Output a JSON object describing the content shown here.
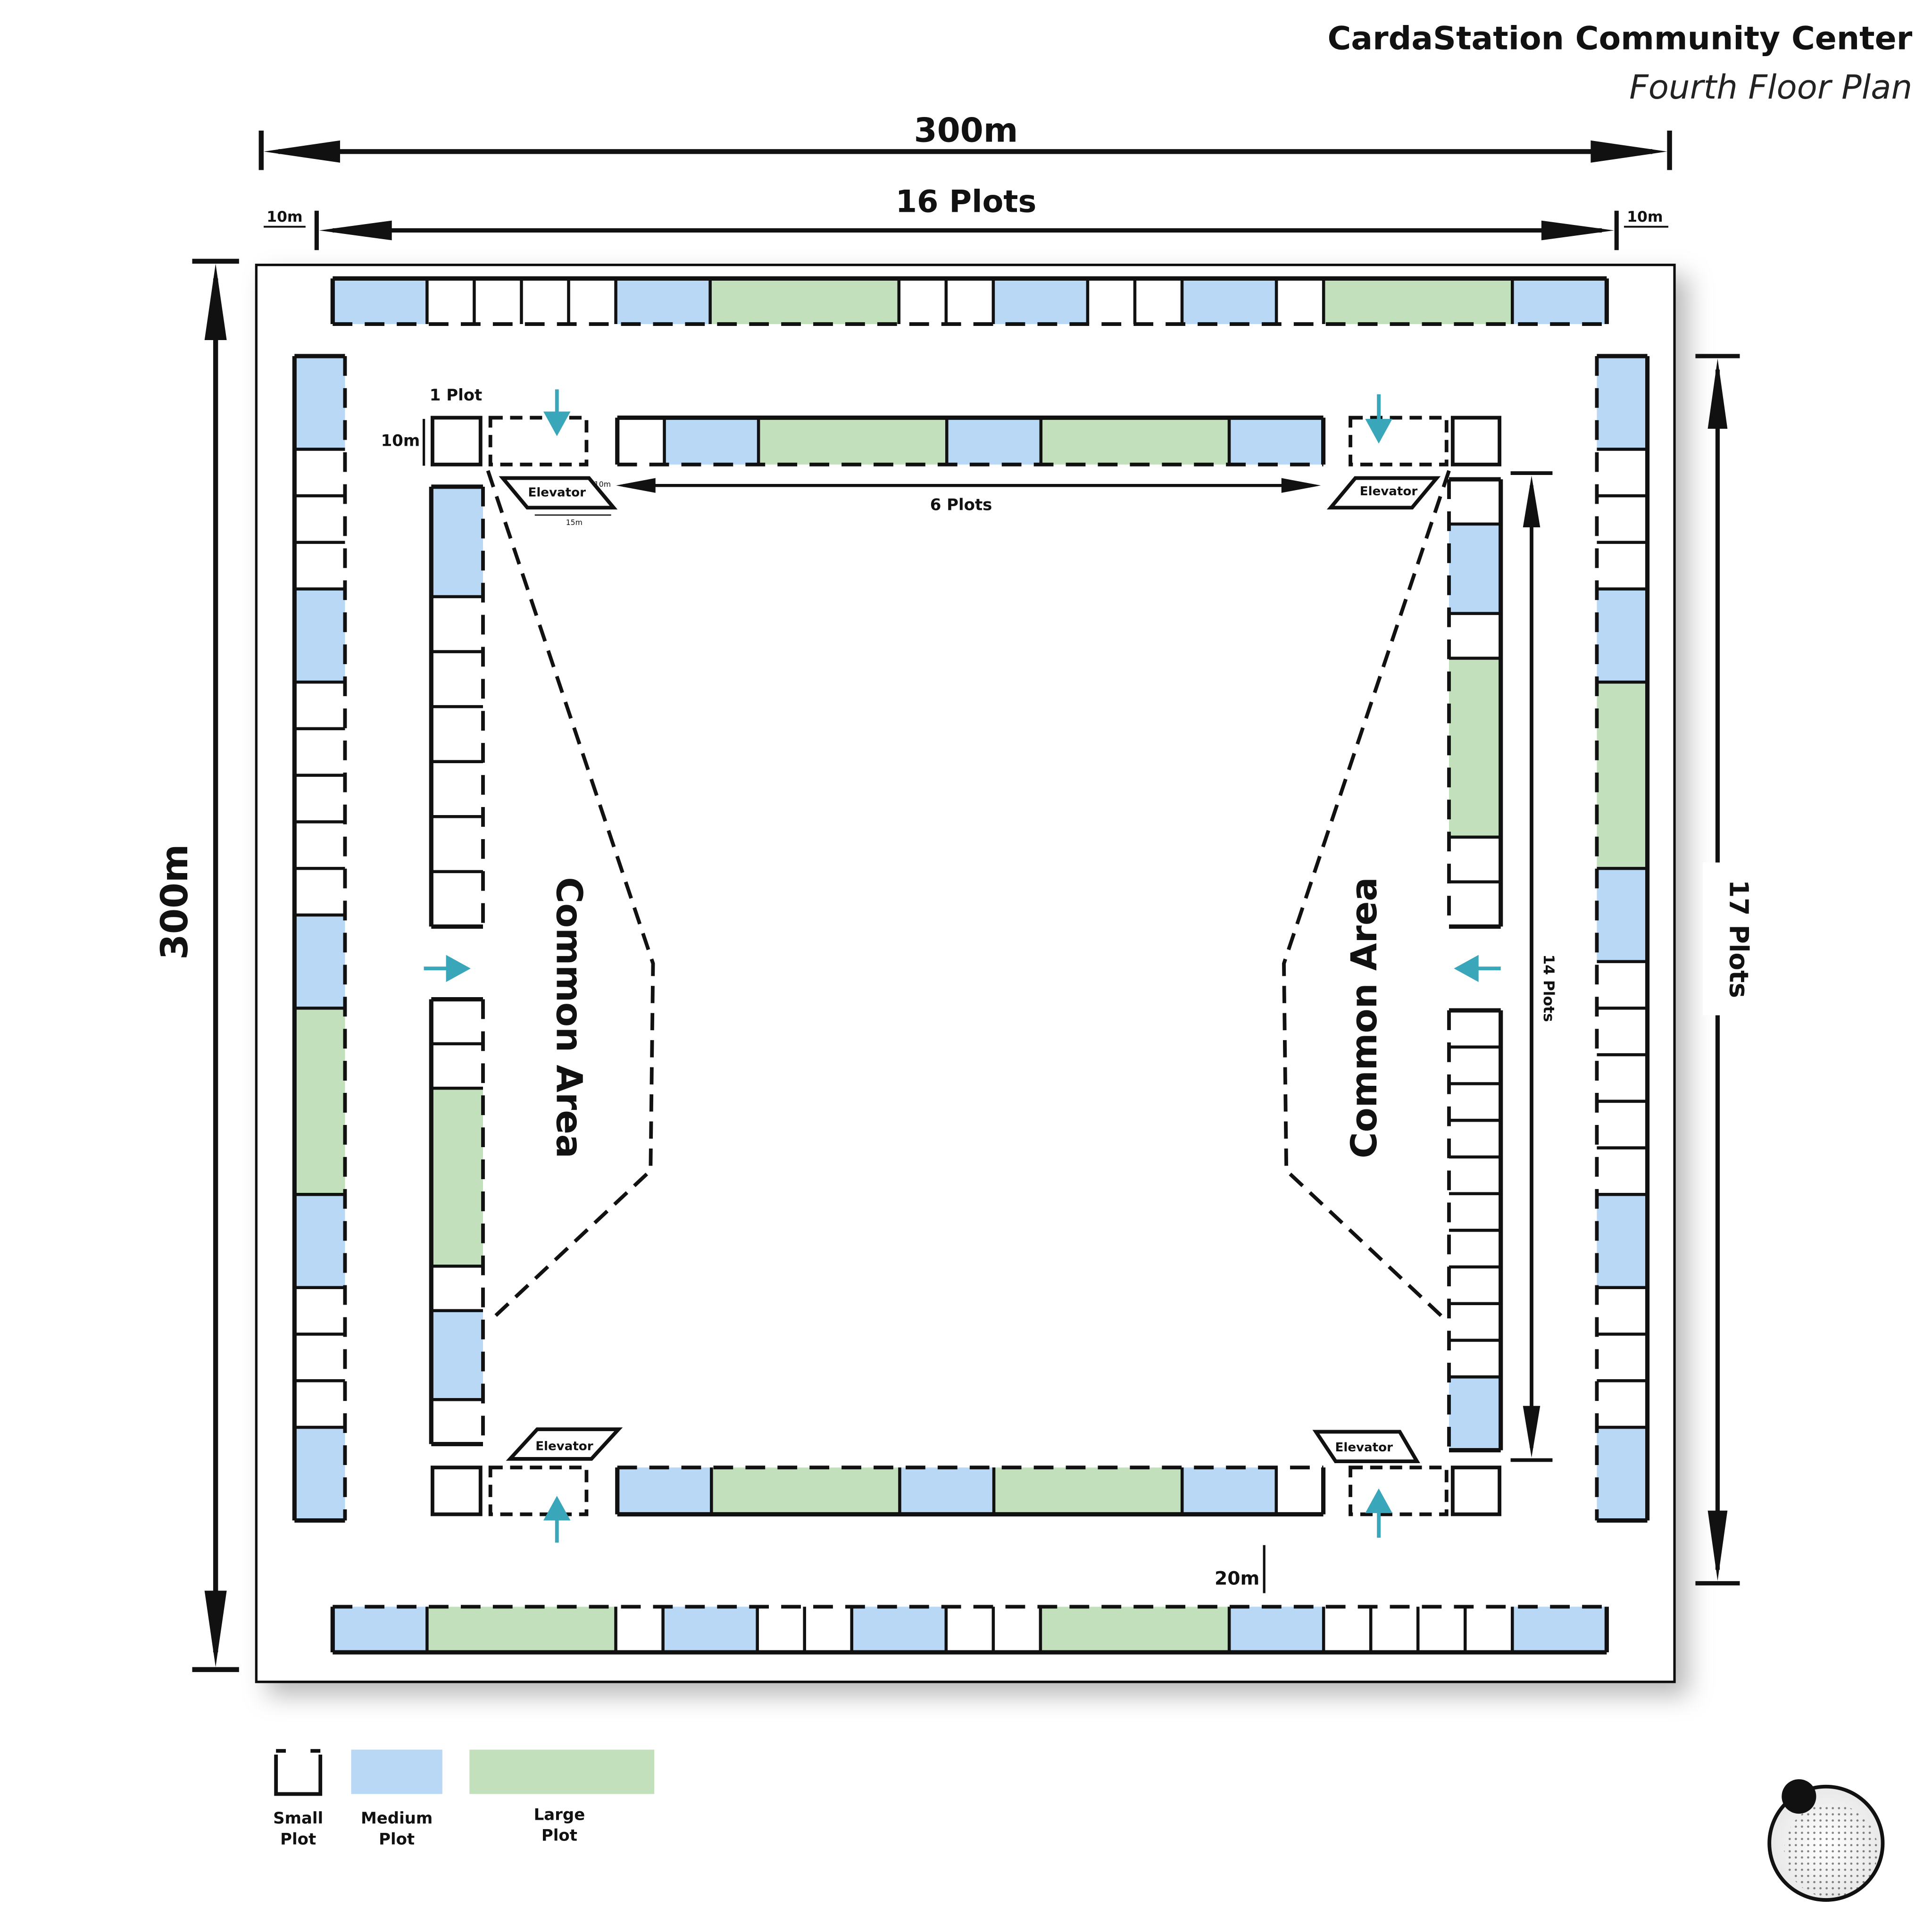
{
  "header": {
    "title": "CardaStation Community Center",
    "subtitle": "Fourth Floor Plan"
  },
  "dimensions": {
    "total_width": "300m",
    "total_height": "300m",
    "top_plots": "16 Plots",
    "right_plots": "17 Plots",
    "inner_right_plots": "14 Plots",
    "inner_top_plots": "6 Plots",
    "margin_left": "10m",
    "margin_right": "10m",
    "plot_size": "1 Plot",
    "plot_depth": "10m",
    "aisle_width": "20m",
    "elevator_depth": "10m",
    "elevator_width": "15m"
  },
  "labels": {
    "elevator": "Elevator",
    "common_area": "Common Area"
  },
  "legend": [
    {
      "label_line1": "Small",
      "label_line2": "Plot",
      "kind": "small"
    },
    {
      "label_line1": "Medium",
      "label_line2": "Plot",
      "kind": "medium"
    },
    {
      "label_line1": "Large",
      "label_line2": "Plot",
      "kind": "large"
    }
  ],
  "colors": {
    "medium": "#b8d8f5",
    "large": "#c3e0bc",
    "arrow": "#3aa6b9",
    "line": "#111111"
  },
  "rows": {
    "outer_top": [
      "M",
      "S",
      "S",
      "S",
      "S",
      "M",
      "L",
      "S",
      "S",
      "M",
      "S",
      "S",
      "M",
      "S",
      "L",
      "M"
    ],
    "outer_bottom": [
      "M",
      "L",
      "S",
      "M",
      "S",
      "S",
      "M",
      "S",
      "S",
      "L",
      "M",
      "S",
      "S",
      "S",
      "S",
      "M"
    ],
    "outer_left": [
      "M",
      "S",
      "S",
      "S",
      "M",
      "S",
      "S",
      "S",
      "S",
      "S",
      "M",
      "L",
      "M",
      "S",
      "S",
      "S",
      "M"
    ],
    "outer_right": [
      "M",
      "S",
      "S",
      "S",
      "M",
      "L",
      "M",
      "S",
      "S",
      "S",
      "S",
      "S",
      "M",
      "S",
      "S",
      "S",
      "M"
    ],
    "inner_top": [
      "S",
      "M",
      "L",
      "M",
      "L",
      "M"
    ],
    "inner_bottom": [
      "M",
      "L",
      "M",
      "L",
      "M",
      "S"
    ],
    "inner_left_upper": [
      "M",
      "S",
      "S",
      "S",
      "S",
      "S",
      "S"
    ],
    "inner_left_lower": [
      "S",
      "S",
      "L",
      "S",
      "M",
      "S"
    ],
    "inner_right_upper": [
      "S",
      "M",
      "S",
      "L",
      "S",
      "S"
    ],
    "inner_right_lower": [
      "S",
      "S",
      "S",
      "S",
      "S",
      "S",
      "S",
      "S",
      "S",
      "S",
      "M"
    ]
  }
}
